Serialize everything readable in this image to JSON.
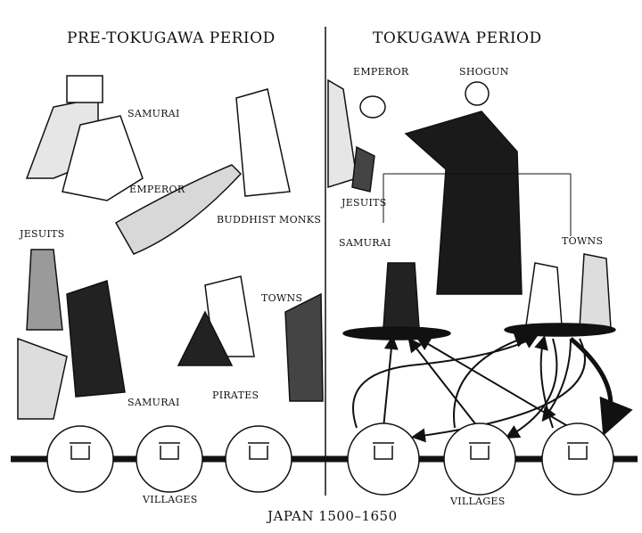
{
  "headings": {
    "left": "PRE-TOKUGAWA PERIOD",
    "right": "TOKUGAWA PERIOD"
  },
  "left_labels": {
    "samurai_top": "SAMURAI",
    "emperor": "EMPEROR",
    "jesuits": "JESUITS",
    "buddhist_monks": "BUDDHIST MONKS",
    "towns": "TOWNS",
    "samurai_bottom": "SAMURAI",
    "pirates": "PIRATES",
    "villages": "VILLAGES"
  },
  "right_labels": {
    "emperor": "EMPEROR",
    "shogun": "SHOGUN",
    "jesuits": "JESUITS",
    "samurai": "SAMURAI",
    "towns": "TOWNS",
    "villages": "VILLAGES"
  },
  "caption": "JAPAN 1500–1650",
  "colors": {
    "ink": "#111111",
    "shade": "#9a9a9a",
    "paper": "#ffffff"
  }
}
